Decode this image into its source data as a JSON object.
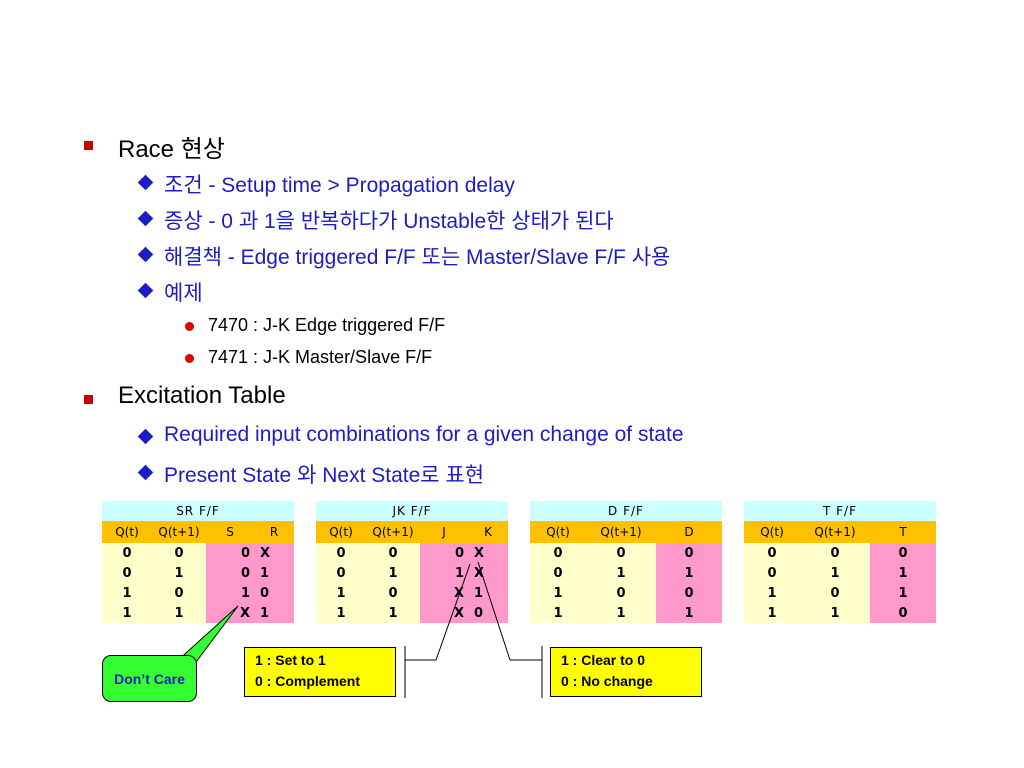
{
  "bullets": {
    "race": {
      "title": "Race 현상",
      "items": [
        "조건 - Setup time > Propagation delay",
        "증상 - 0 과 1을 반복하다가 Unstable한 상태가 된다",
        "해결책 - Edge triggered F/F 또는 Master/Slave F/F 사용",
        "예제"
      ],
      "examples": [
        "7470 : J-K Edge triggered F/F",
        "7471 : J-K Master/Slave F/F"
      ]
    },
    "excitation": {
      "title": "Excitation Table",
      "items": [
        "Required input combinations for a given change of state",
        "Present State 와 Next State로 표현"
      ]
    }
  },
  "tables": [
    {
      "title": "SR F/F",
      "headers": [
        "Q(t)",
        "Q(t+1)",
        "S",
        "R"
      ],
      "rows": [
        [
          "0",
          "0",
          "0",
          "X"
        ],
        [
          "0",
          "1",
          "0",
          "1"
        ],
        [
          "1",
          "0",
          "1",
          "0"
        ],
        [
          "1",
          "1",
          "X",
          "1"
        ]
      ]
    },
    {
      "title": "JK F/F",
      "headers": [
        "Q(t)",
        "Q(t+1)",
        "J",
        "K"
      ],
      "rows": [
        [
          "0",
          "0",
          "0",
          "X"
        ],
        [
          "0",
          "1",
          "1",
          "X"
        ],
        [
          "1",
          "0",
          "X",
          "1"
        ],
        [
          "1",
          "1",
          "X",
          "0"
        ]
      ]
    },
    {
      "title": "D F/F",
      "headers": [
        "Q(t)",
        "Q(t+1)",
        "D"
      ],
      "rows": [
        [
          "0",
          "0",
          "0"
        ],
        [
          "0",
          "1",
          "1"
        ],
        [
          "1",
          "0",
          "0"
        ],
        [
          "1",
          "1",
          "1"
        ]
      ]
    },
    {
      "title": "T F/F",
      "headers": [
        "Q(t)",
        "Q(t+1)",
        "T"
      ],
      "rows": [
        [
          "0",
          "0",
          "0"
        ],
        [
          "0",
          "1",
          "1"
        ],
        [
          "1",
          "0",
          "1"
        ],
        [
          "1",
          "1",
          "0"
        ]
      ]
    }
  ],
  "callouts": {
    "dont_care": "Don’t Care",
    "j_note": [
      "1 : Set to 1",
      "0 : Complement"
    ],
    "k_note": [
      "1 : Clear to 0",
      "0 : No change"
    ]
  },
  "colors": {
    "bullet_blue": "#1c1cc4",
    "marker_red": "#cc0000",
    "title_row": "#ccffff",
    "header_row": "#ffc000",
    "data_cell": "#ffffcc",
    "input_cell": "#ff99cc",
    "note_box": "#ffff00",
    "dont_care_box": "#33ff33"
  }
}
